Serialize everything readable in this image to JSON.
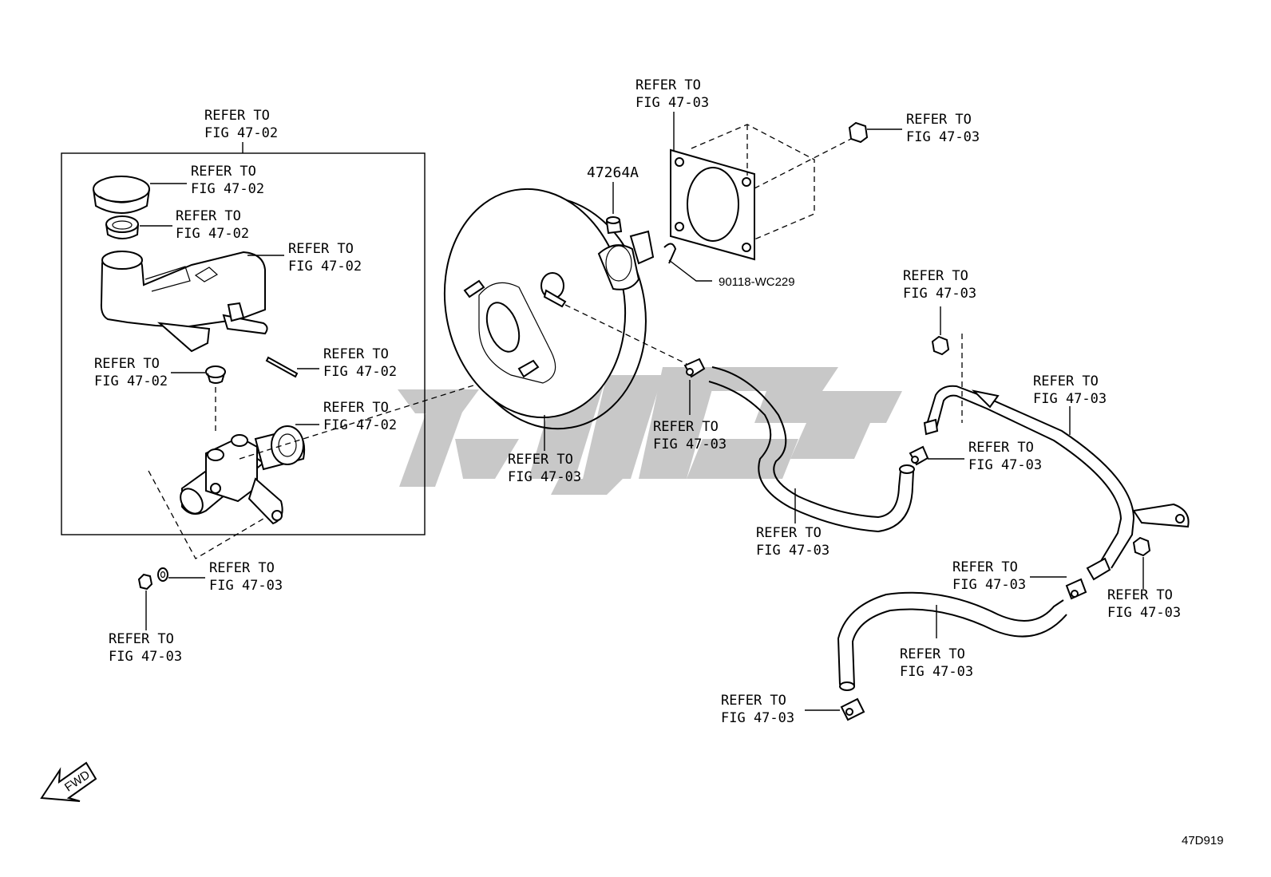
{
  "callouts": {
    "reservoir_group": [
      "REFER TO",
      "FIG 47-02"
    ],
    "cap": [
      "REFER TO",
      "FIG 47-02"
    ],
    "strainer": [
      "REFER TO",
      "FIG 47-02"
    ],
    "reservoir": [
      "REFER TO",
      "FIG 47-02"
    ],
    "grommet": [
      "REFER TO",
      "FIG 47-02"
    ],
    "pin": [
      "REFER TO",
      "FIG 47-02"
    ],
    "master_cylinder": [
      "REFER TO",
      "FIG 47-02"
    ],
    "washer": [
      "REFER TO",
      "FIG 47-03"
    ],
    "nut_left": [
      "REFER TO",
      "FIG 47-03"
    ],
    "booster": [
      "REFER TO",
      "FIG 47-03"
    ],
    "gasket": [
      "REFER TO",
      "FIG 47-03"
    ],
    "nut_top": [
      "REFER TO",
      "FIG 47-03"
    ],
    "clip_hose": [
      "REFER TO",
      "FIG 47-03"
    ],
    "vacuum_hose": [
      "REFER TO",
      "FIG 47-03"
    ],
    "nut_right": [
      "REFER TO",
      "FIG 47-03"
    ],
    "vacuum_pipe": [
      "REFER TO",
      "FIG 47-03"
    ],
    "clip_mid": [
      "REFER TO",
      "FIG 47-03"
    ],
    "clip_lower": [
      "REFER TO",
      "FIG 47-03"
    ],
    "nut_bracket": [
      "REFER TO",
      "FIG 47-03"
    ],
    "lower_hose": [
      "REFER TO",
      "FIG 47-03"
    ],
    "clip_bottom": [
      "REFER TO",
      "FIG 47-03"
    ]
  },
  "part_numbers": {
    "pin": "47264A",
    "clip": "90118-WC229"
  },
  "direction_label": "FWD",
  "figure_code": "47D919",
  "watermark_colors": {
    "shape": "#c8c8c8"
  }
}
